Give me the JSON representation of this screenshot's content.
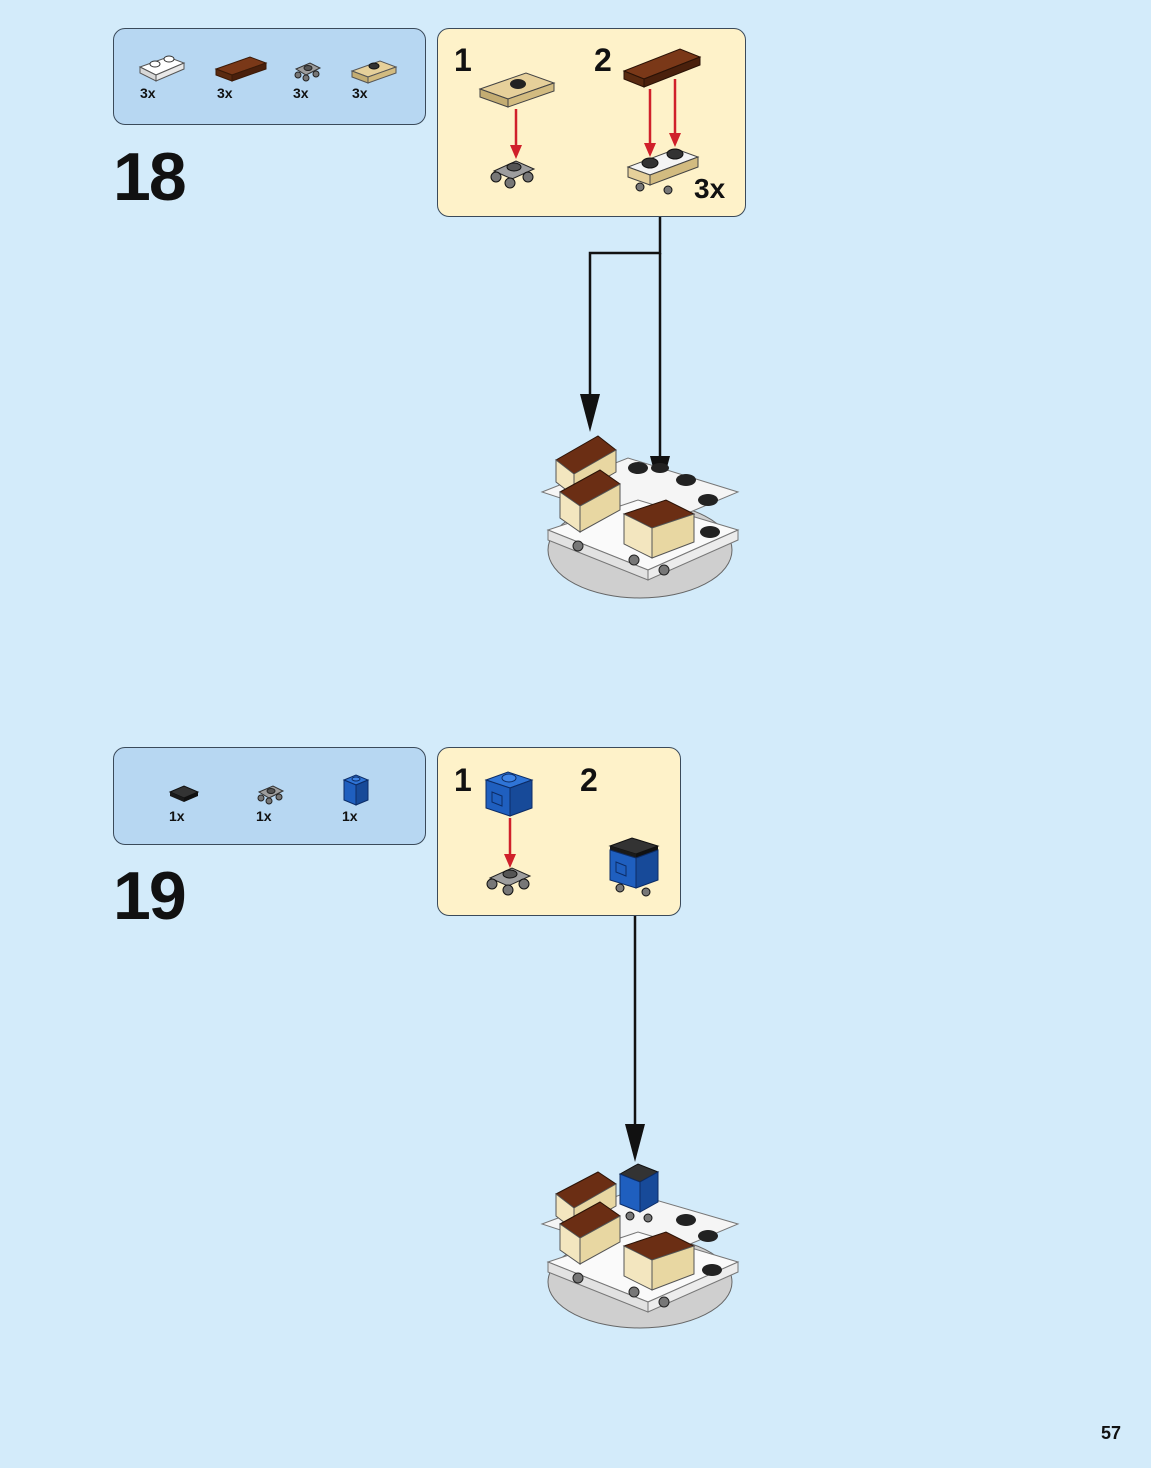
{
  "page": {
    "number": "57"
  },
  "steps": [
    {
      "number": "18",
      "parts": [
        {
          "qty": "3x",
          "icon": "white-plate-1x2-icon",
          "color": "#f4f4f4"
        },
        {
          "qty": "3x",
          "icon": "brown-tile-2x4-icon",
          "color": "#6b2e14"
        },
        {
          "qty": "3x",
          "icon": "grey-wheel-holder-icon",
          "color": "#9a9a9a"
        },
        {
          "qty": "3x",
          "icon": "tan-jumper-plate-icon",
          "color": "#e0c98d"
        }
      ],
      "substeps": [
        {
          "number": "1"
        },
        {
          "number": "2"
        }
      ],
      "multiplier": "3x"
    },
    {
      "number": "19",
      "parts": [
        {
          "qty": "1x",
          "icon": "black-tile-1x1-icon",
          "color": "#222222"
        },
        {
          "qty": "1x",
          "icon": "grey-wheel-holder-icon",
          "color": "#9a9a9a"
        },
        {
          "qty": "1x",
          "icon": "blue-brick-1x1-clip-icon",
          "color": "#1f5fbf"
        }
      ],
      "substeps": [
        {
          "number": "1"
        },
        {
          "number": "2"
        }
      ]
    }
  ],
  "colors": {
    "background": "#d3ebfa",
    "parts_box": "#b7d7f2",
    "sub_box": "#fef2c9",
    "arrow_red": "#d0202a",
    "cake_brown": "#6b2e14",
    "cake_cream": "#f3e6bf",
    "brick_blue": "#1f5fbf"
  }
}
